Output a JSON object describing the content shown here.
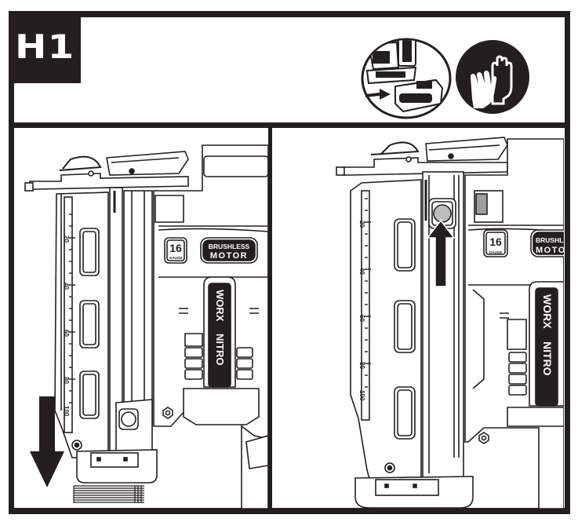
{
  "step": {
    "label": "H1"
  },
  "header_icons": [
    {
      "name": "battery-removal-icon",
      "description": "Remove battery pack from tool"
    },
    {
      "name": "gloves-icon",
      "description": "Wear protective gloves"
    }
  ],
  "tool_labels": {
    "gauge_number": "16",
    "gauge_word": "GAUGE",
    "motor_line1": "BRUSHLESS",
    "motor_line2": "MOTOR",
    "brand_line1": "WORX",
    "brand_line2": "NITRO"
  },
  "magazine_scale": [
    "20",
    "40",
    "60",
    "80",
    "100"
  ],
  "panels": [
    {
      "name": "left-panel",
      "arrow": "down",
      "action": "Slide pusher down / load nail strip"
    },
    {
      "name": "right-panel",
      "arrow": "up",
      "action": "Slide pusher up to release"
    }
  ],
  "colors": {
    "ink": "#231f20",
    "paper": "#ffffff",
    "button_fill": "#bdbdbd"
  }
}
